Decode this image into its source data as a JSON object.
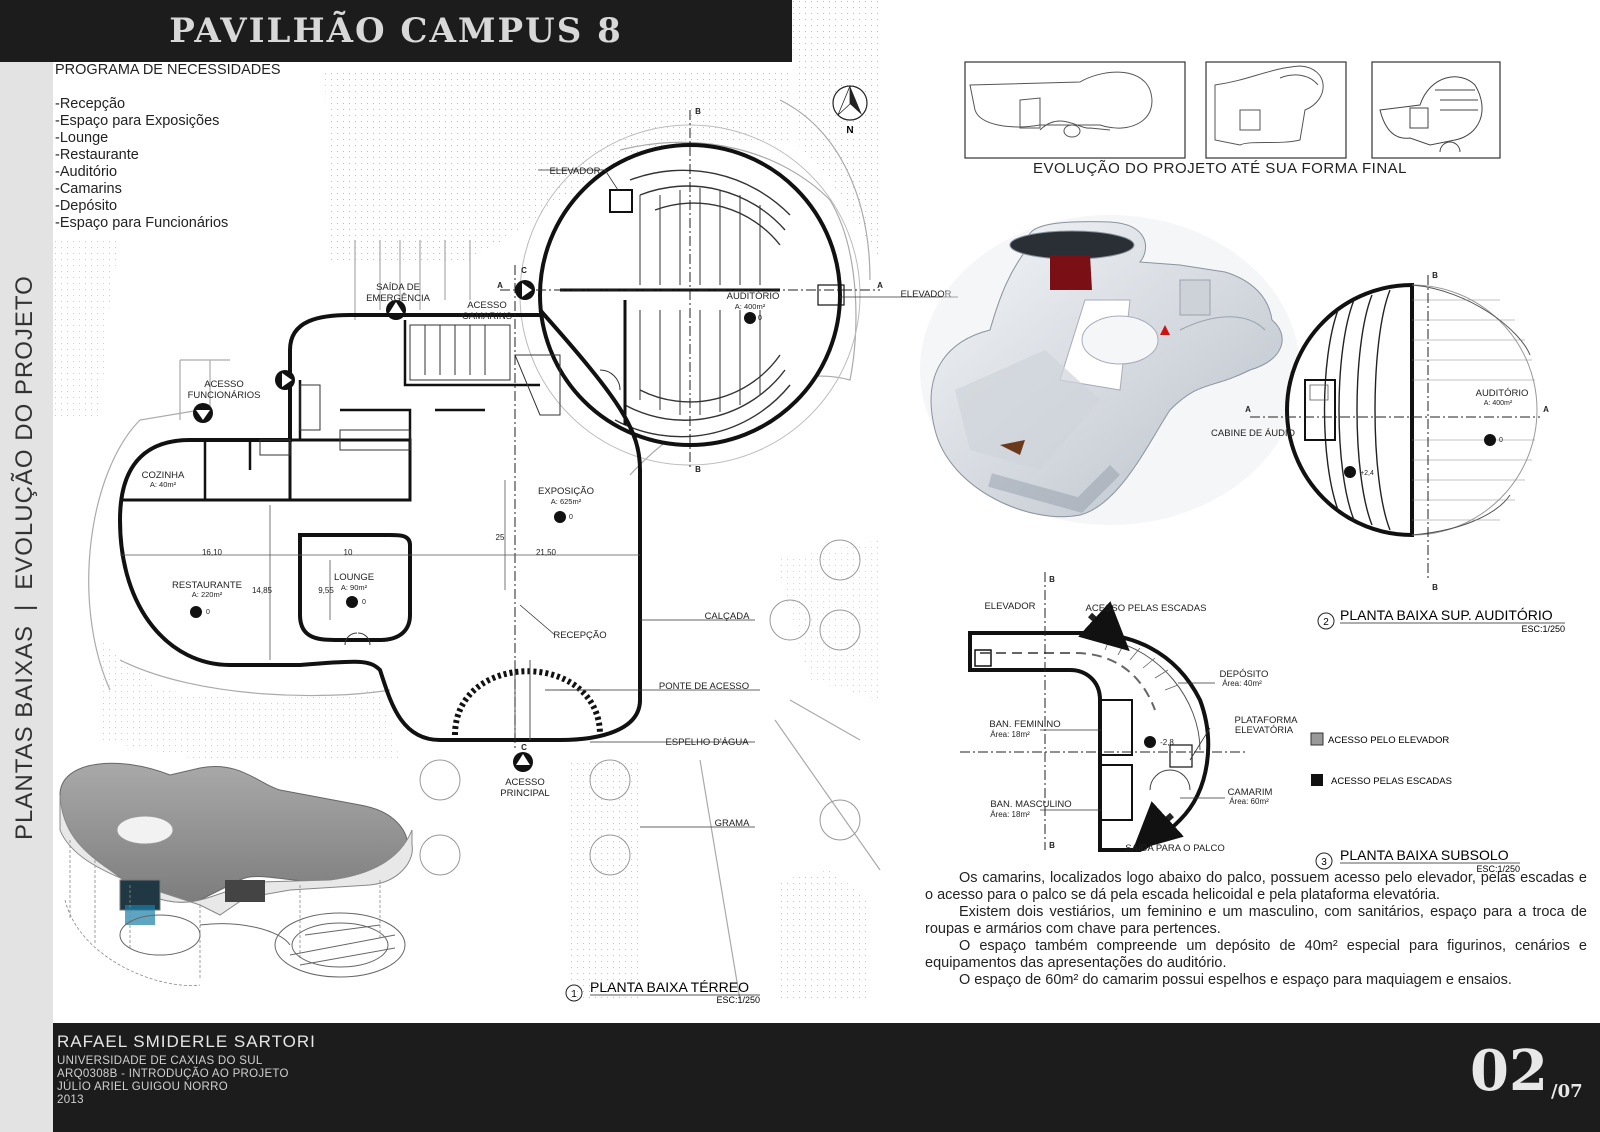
{
  "header": {
    "title": "PAVILHÃO CAMPUS 8"
  },
  "side_label": {
    "part1": "PLANTAS BAIXAS",
    "separator": "|",
    "part2": "EVOLUÇÃO DO PROJETO"
  },
  "program": {
    "heading": "PROGRAMA DE NECESSIDADES",
    "items": [
      "-Recepção",
      "-Espaço para Exposições",
      "-Lounge",
      "-Restaurante",
      "-Auditório",
      "-Camarins",
      "-Depósito",
      "-Espaço para Funcionários"
    ]
  },
  "north_label": "N",
  "ground_plan": {
    "rooms": {
      "auditorio": "AUDITÓRIO",
      "auditorio_area": "A: 400m²",
      "exposicao": "EXPOSIÇÃO",
      "exposicao_area": "A: 625m²",
      "cozinha": "COZINHA",
      "cozinha_area": "A: 40m²",
      "restaurante": "RESTAURANTE",
      "restaurante_area": "A: 220m²",
      "lounge": "LOUNGE",
      "lounge_area": "A: 90m²",
      "recepcao": "RECEPÇÃO"
    },
    "labels": {
      "elevador_top": "ELEVADOR",
      "elevador_right": "ELEVADOR",
      "saida_emergencia_1": "SAÍDA DE",
      "saida_emergencia_2": "EMERGÊNCIA",
      "acesso_camarins_1": "ACESSO",
      "acesso_camarins_2": "CAMARINS",
      "acesso_func_1": "ACESSO",
      "acesso_func_2": "FUNCIONÁRIOS",
      "acesso_principal_1": "ACESSO",
      "acesso_principal_2": "PRINCIPAL",
      "calcada": "CALÇADA",
      "ponte": "PONTE DE ACESSO",
      "espelho": "ESPELHO D'ÁGUA",
      "grama": "GRAMA"
    },
    "dims": {
      "d1": "16,10",
      "d2": "10",
      "d3": "21,50",
      "d4": "25",
      "d5": "14,85",
      "d6": "9,55"
    },
    "levels": {
      "zero": "0"
    },
    "section_marks": {
      "a": "A",
      "b": "B",
      "c": "C"
    },
    "title_num": "1",
    "title": "PLANTA BAIXA TÉRREO",
    "scale": "ESC:1/250"
  },
  "evolution": {
    "caption": "EVOLUÇÃO DO PROJETO ATÉ SUA FORMA FINAL"
  },
  "upper_plan": {
    "auditorio": "AUDITÓRIO",
    "area": "A: 400m²",
    "cabine": "CABINE DE ÁUDIO",
    "level_zero": "0",
    "level_up": "+2,4",
    "title_num": "2",
    "title": "PLANTA BAIXA SUP. AUDITÓRIO",
    "scale": "ESC:1/250"
  },
  "basement_plan": {
    "elevador": "ELEVADOR",
    "acesso_escadas": "ACESSO PELAS ESCADAS",
    "deposito": "DEPÓSITO",
    "deposito_area": "Área: 40m²",
    "plataforma_1": "PLATAFORMA",
    "plataforma_2": "ELEVATÓRIA",
    "ban_fem": "BAN. FEMININO",
    "ban_fem_area": "Área: 18m²",
    "ban_masc": "BAN. MASCULINO",
    "ban_masc_area": "Área: 18m²",
    "camarim": "CAMARIM",
    "camarim_area": "Área: 60m²",
    "saida_palco": "SAÍDA PARA O PALCO",
    "level": "-2,8",
    "title_num": "3",
    "title": "PLANTA BAIXA SUBSOLO",
    "scale": "ESC:1/250"
  },
  "legend": {
    "item1": "ACESSO PELO ELEVADOR",
    "item2": "ACESSO PELAS ESCADAS"
  },
  "description": [
    "Os camarins, localizados logo abaixo do palco, possuem acesso pelo elevador, pelas escadas e o acesso para o palco se dá pela escada helicoidal e pela plataforma elevatória.",
    "Existem dois vestiários, um feminino e um masculino, com sanitários, espaço para a troca de roupas e armários com chave para pertences.",
    "O espaço também compreende um depósito de 40m² especial para figurinos, cenários e equipamentos das apresentações do auditório.",
    "O espaço de 60m² do camarim possui espelhos e espaço para maquiagem e ensaios."
  ],
  "footer": {
    "author": "RAFAEL SMIDERLE SARTORI",
    "line1": "UNIVERSIDADE DE CAXIAS DO SUL",
    "line2": "ARQ0308B - INTRODUÇÃO AO PROJETO",
    "line3": "JÚLIO ARIEL GUIGOU NORRO",
    "year": "2013",
    "page": "02",
    "page_total": "/07"
  }
}
